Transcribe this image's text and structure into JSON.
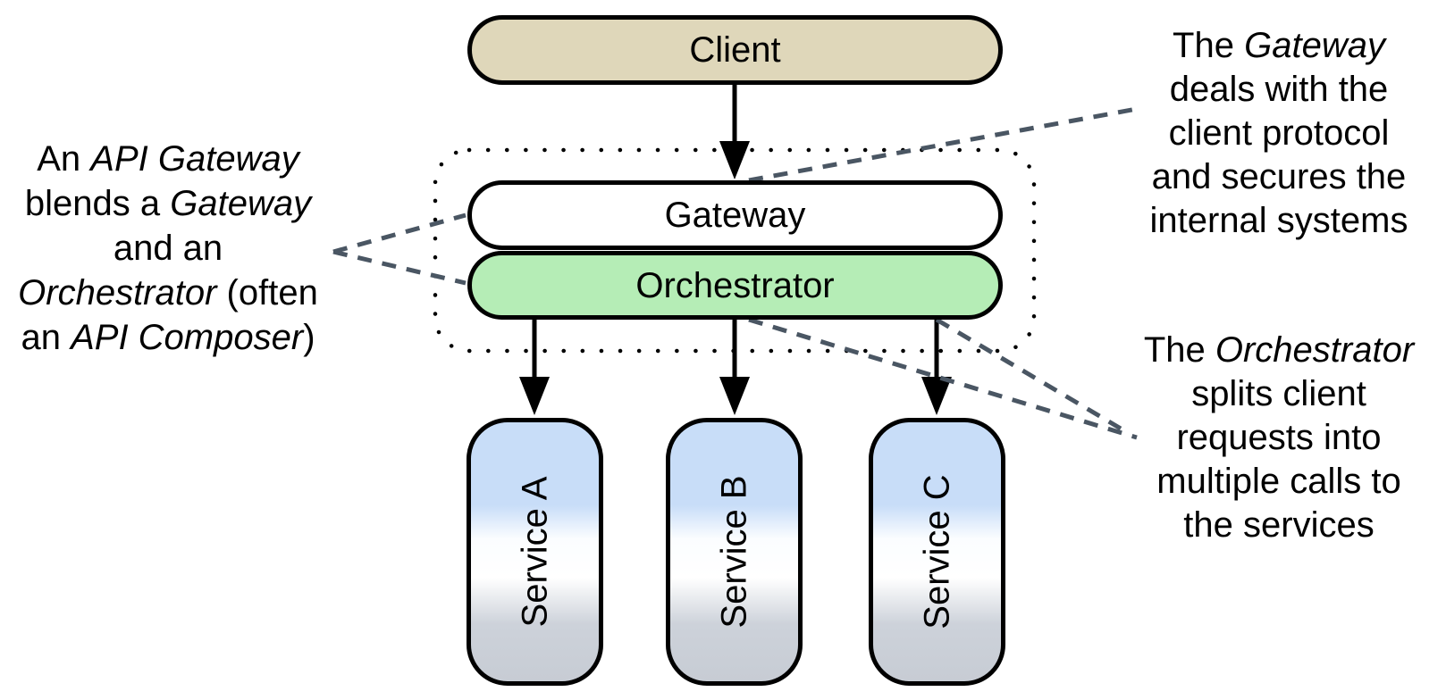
{
  "nodes": {
    "client": {
      "label": "Client",
      "fill": "#dfd7ba"
    },
    "gateway": {
      "label": "Gateway",
      "fill": "#ffffff"
    },
    "orchestrator": {
      "label": "Orchestrator",
      "fill": "#b5edb6"
    },
    "services": [
      {
        "label": "Service A"
      },
      {
        "label": "Service B"
      },
      {
        "label": "Service C"
      }
    ]
  },
  "annotations": {
    "left": {
      "lines": [
        {
          "segments": [
            {
              "text": "An ",
              "italic": false
            },
            {
              "text": "API Gateway",
              "italic": true
            }
          ]
        },
        {
          "segments": [
            {
              "text": "blends a ",
              "italic": false
            },
            {
              "text": "Gateway",
              "italic": true
            }
          ]
        },
        {
          "segments": [
            {
              "text": "and an",
              "italic": false
            }
          ]
        },
        {
          "segments": [
            {
              "text": "Orchestrator",
              "italic": true
            },
            {
              "text": " (often",
              "italic": false
            }
          ]
        },
        {
          "segments": [
            {
              "text": "an ",
              "italic": false
            },
            {
              "text": "API Composer",
              "italic": true
            },
            {
              "text": ")",
              "italic": false
            }
          ]
        }
      ]
    },
    "right_top": {
      "lines": [
        {
          "segments": [
            {
              "text": "The ",
              "italic": false
            },
            {
              "text": "Gateway",
              "italic": true
            }
          ]
        },
        {
          "segments": [
            {
              "text": "deals with the",
              "italic": false
            }
          ]
        },
        {
          "segments": [
            {
              "text": "client protocol",
              "italic": false
            }
          ]
        },
        {
          "segments": [
            {
              "text": "and secures the",
              "italic": false
            }
          ]
        },
        {
          "segments": [
            {
              "text": "internal systems",
              "italic": false
            }
          ]
        }
      ]
    },
    "right_bottom": {
      "lines": [
        {
          "segments": [
            {
              "text": "The ",
              "italic": false
            },
            {
              "text": "Orchestrator",
              "italic": true
            }
          ]
        },
        {
          "segments": [
            {
              "text": "splits client",
              "italic": false
            }
          ]
        },
        {
          "segments": [
            {
              "text": "requests into",
              "italic": false
            }
          ]
        },
        {
          "segments": [
            {
              "text": "multiple calls to",
              "italic": false
            }
          ]
        },
        {
          "segments": [
            {
              "text": "the services",
              "italic": false
            }
          ]
        }
      ]
    }
  },
  "colors": {
    "client_fill": "#dfd7ba",
    "orchestrator_fill": "#b5edb6",
    "service_gradient_top": "#c8ddf8",
    "service_gradient_bottom": "#c7ccd4",
    "node_border": "#000000",
    "dashed_connector": "#4a5663",
    "dotted_boundary": "#000000",
    "background": "#ffffff"
  }
}
